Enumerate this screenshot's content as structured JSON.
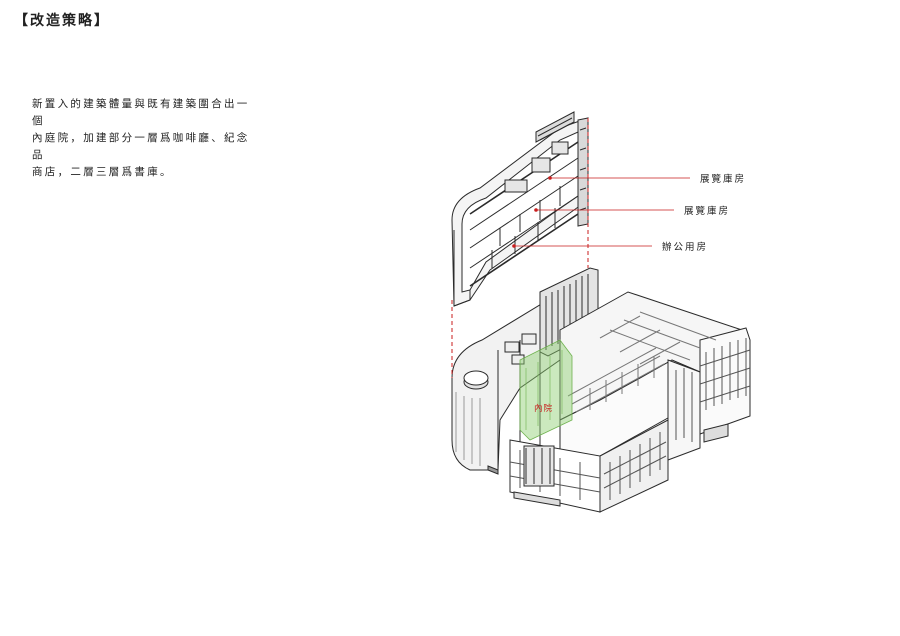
{
  "title": "【改造策略】",
  "description": [
    "新置入的建築體量與既有建築圍合出一個",
    "內庭院，加建部分一層爲咖啡廳、紀念品",
    "商店，二層三層爲書庫。"
  ],
  "callouts": [
    {
      "text": "展覽庫房"
    },
    {
      "text": "展覽庫房"
    },
    {
      "text": "辦公用房"
    }
  ],
  "courtyard_label": "內院",
  "colors": {
    "leader": "#c81e1e",
    "courtyard": "#8ccf6e",
    "line": "#2b2b2b"
  }
}
